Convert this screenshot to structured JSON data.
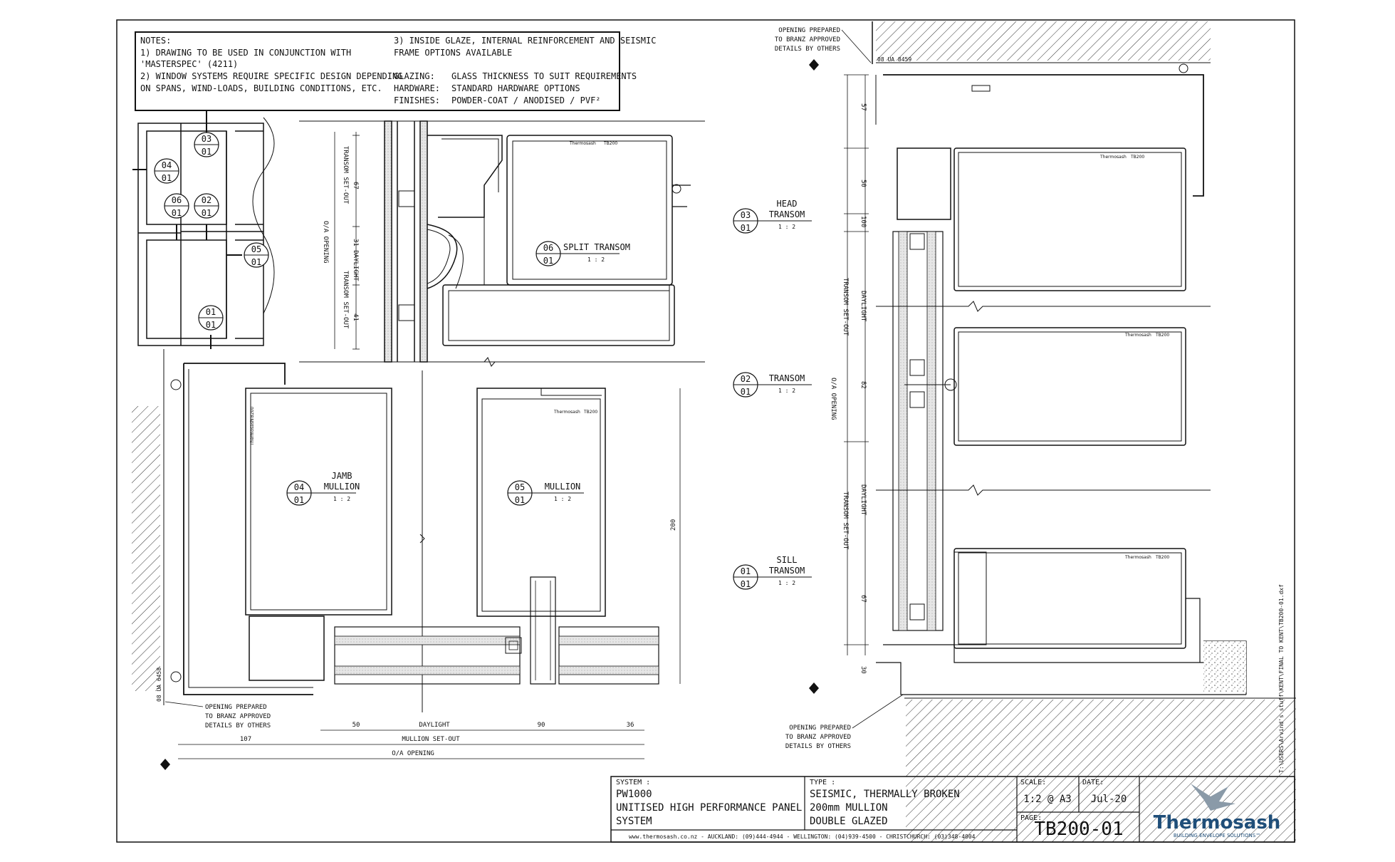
{
  "notes": {
    "heading": "NOTES:",
    "lines": [
      "1) DRAWING TO BE USED IN CONJUNCTION WITH",
      "'MASTERSPEC' (4211)",
      "2) WINDOW SYSTEMS REQUIRE SPECIFIC DESIGN DEPENDING",
      "ON SPANS, WIND-LOADS, BUILDING CONDITIONS, ETC."
    ],
    "note3_lines": [
      "3) INSIDE GLAZE, INTERNAL REINFORCEMENT AND SEISMIC",
      "FRAME OPTIONS AVAILABLE"
    ],
    "specs": [
      {
        "key": "GLAZING:",
        "value": "GLASS THICKNESS TO SUIT REQUIREMENTS"
      },
      {
        "key": "HARDWARE:",
        "value": "STANDARD HARDWARE OPTIONS"
      },
      {
        "key": "FINISHES:",
        "value": "POWDER-COAT / ANODISED / PVF²"
      }
    ]
  },
  "key_plan": {
    "bubbles": [
      {
        "top": "03",
        "bottom": "01"
      },
      {
        "top": "04",
        "bottom": "01"
      },
      {
        "top": "06",
        "bottom": "01"
      },
      {
        "top": "02",
        "bottom": "01"
      },
      {
        "top": "05",
        "bottom": "01"
      },
      {
        "top": "01",
        "bottom": "01"
      }
    ]
  },
  "details": {
    "split_transom": {
      "top": "06",
      "bottom": "01",
      "title": "SPLIT TRANSOM",
      "scale": "1 : 2"
    },
    "jamb_mullion": {
      "top": "04",
      "bottom": "01",
      "title_lines": [
        "JAMB",
        "MULLION"
      ],
      "scale": "1 : 2"
    },
    "mullion": {
      "top": "05",
      "bottom": "01",
      "title": "MULLION",
      "scale": "1 : 2"
    },
    "head_transom": {
      "top": "03",
      "bottom": "01",
      "title_lines": [
        "HEAD",
        "TRANSOM"
      ],
      "scale": "1 : 2"
    },
    "transom": {
      "top": "02",
      "bottom": "01",
      "title": "TRANSOM",
      "scale": "1 : 2"
    },
    "sill_transom": {
      "top": "01",
      "bottom": "01",
      "title_lines": [
        "SILL",
        "TRANSOM"
      ],
      "scale": "1 : 2"
    }
  },
  "dimensions": {
    "split_left": [
      "TRANSOM SET-OUT",
      "67",
      "O/A OPENING",
      "31 DAYLIGHT",
      "TRANSOM SET-OUT",
      "41"
    ],
    "plan_bottom": [
      "50",
      "DAYLIGHT",
      "90",
      "36",
      "107",
      "MULLION SET-OUT",
      "O/A OPENING"
    ],
    "mullion_depth": "200",
    "right_elev": [
      "57",
      "50",
      "100",
      "TRANSOM SET-OUT",
      "DAYLIGHT",
      "O/A OPENING",
      "82",
      "DAYLIGHT",
      "TRANSOM SET-OUT",
      "67",
      "30"
    ],
    "small_label_1": "08 UA 8459",
    "small_label_2": "08 UA 6458"
  },
  "callouts": {
    "opening_prepared": [
      "OPENING PREPARED",
      "TO BRANZ APPROVED",
      "DETAILS BY OTHERS"
    ]
  },
  "profile_mark": {
    "brand": "Thermosash",
    "code": "TB200"
  },
  "file_path": "T:\\USERS\\Arvind's stuff\\KENT\\FINAL TO KENT\\TB200-01.dxf",
  "title_block": {
    "system_label": "SYSTEM :",
    "system_lines": [
      "PW1000",
      "UNITISED HIGH PERFORMANCE PANEL",
      "SYSTEM"
    ],
    "type_label": "TYPE :",
    "type_lines": [
      "SEISMIC, THERMALLY BROKEN",
      "200mm MULLION",
      "DOUBLE GLAZED"
    ],
    "scale_label": "SCALE:",
    "scale_value": "1:2 @ A3",
    "date_label": "DATE:",
    "date_value": "Jul-20",
    "page_label": "PAGE:",
    "page_value": "TB200-01",
    "contact_line": "www.thermosash.co.nz  -  AUCKLAND: (09)444-4944  -  WELLINGTON: (04)939-4500  -  CHRISTCHURCH: (03)348-4004",
    "brand_name": "Thermosash",
    "brand_tagline": "BUILDING ENVELOPE SOLUTIONS™"
  },
  "colors": {
    "ink": "#111111",
    "brand": "#1f4e79",
    "bird": "#8a9aa8",
    "grey_fill": "#cfcfcf"
  }
}
